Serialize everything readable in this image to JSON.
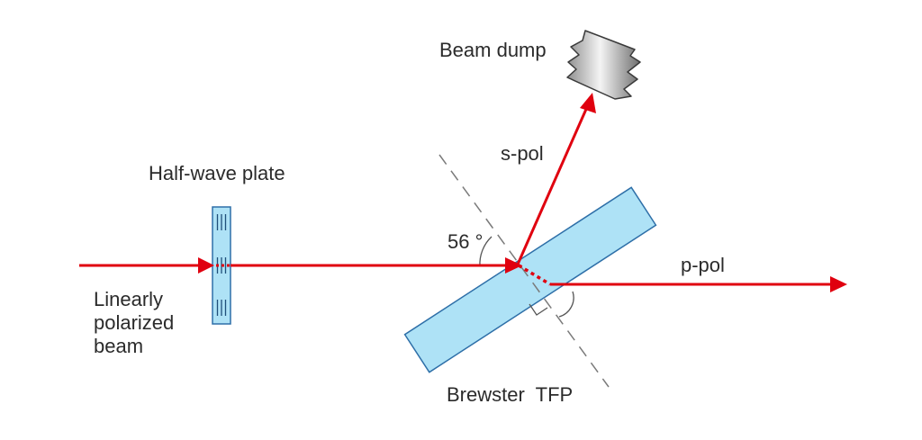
{
  "labels": {
    "beam_dump": "Beam dump",
    "s_pol": "s-pol",
    "half_wave_plate": "Half-wave plate",
    "angle": "56 °",
    "p_pol": "p-pol",
    "input_line1": "Linearly",
    "input_line2": "polarized",
    "input_line3": "beam",
    "tfp": "Brewster  TFP"
  },
  "colors": {
    "beam": "#e0000f",
    "plate_fill": "#aee2f6",
    "plate_stroke": "#2e6fa8",
    "normal_line": "#7a7a7a",
    "text": "#2b2b2b"
  },
  "icons": {
    "beam_dump": "beam-dump-icon"
  }
}
